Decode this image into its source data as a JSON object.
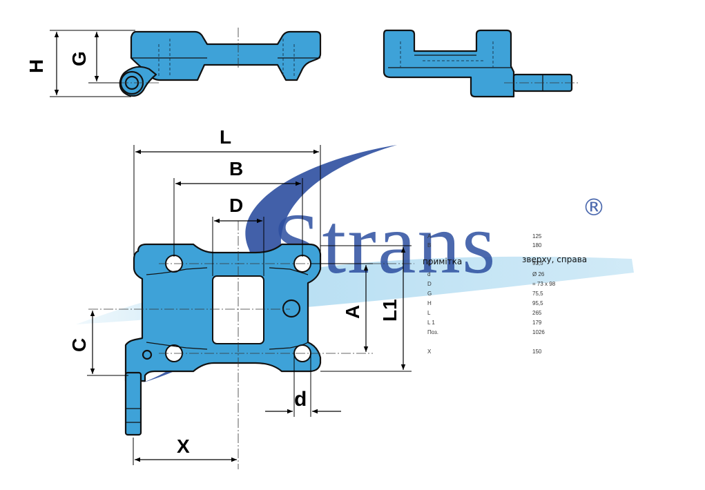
{
  "logo": {
    "brand": "Strans",
    "registered_mark": "®"
  },
  "dimension_labels": {
    "H": "H",
    "G": "G",
    "L": "L",
    "B": "B",
    "D": "D",
    "A": "A",
    "L1": "L1",
    "C": "C",
    "d": "d",
    "X": "X"
  },
  "notes": {
    "left": "примітка",
    "right": "зверху, справа"
  },
  "spec_table": [
    {
      "label": "A",
      "value": "125"
    },
    {
      "label": "B",
      "value": "180"
    },
    {
      "label": "C",
      "value": "93,5"
    },
    {
      "label": "d",
      "value": "Ø 26"
    },
    {
      "label": "D",
      "value": "= 73 x 98"
    },
    {
      "label": "G",
      "value": "75,5"
    },
    {
      "label": "H",
      "value": "95,5"
    },
    {
      "label": "L",
      "value": "265"
    },
    {
      "label": "L 1",
      "value": "179"
    },
    {
      "label": "Поз.",
      "value": "1026"
    },
    {
      "label": "X",
      "value": "150"
    }
  ],
  "colors": {
    "part_fill": "#3ea2d8",
    "watermark_blue": "#2d4fa0",
    "watermark_swoosh": "#a9d8f0"
  }
}
